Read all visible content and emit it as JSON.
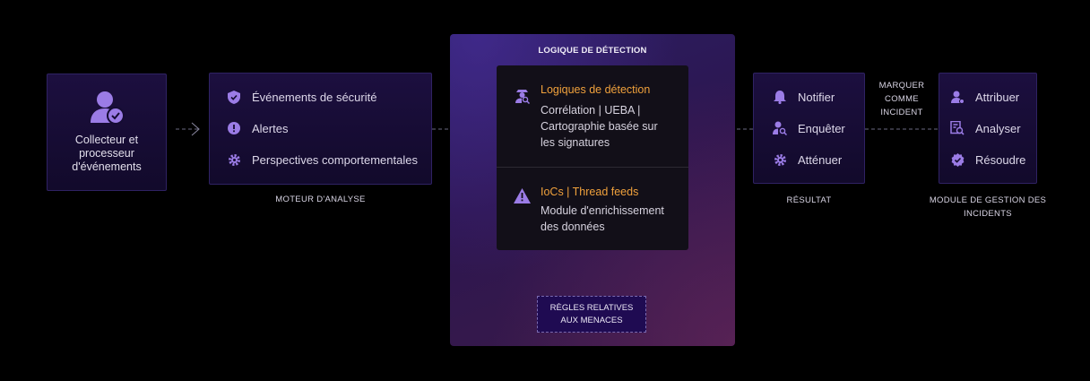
{
  "collector": {
    "label_lines": [
      "Collecteur et",
      "processeur",
      "d'événements"
    ]
  },
  "analysis": {
    "items": [
      {
        "icon": "shield-icon",
        "label": "Événements de sécurité"
      },
      {
        "icon": "alert-icon",
        "label": "Alertes"
      },
      {
        "icon": "gear-icon",
        "label": "Perspectives comportementales"
      }
    ],
    "caption": "MOTEUR D'ANALYSE"
  },
  "detection": {
    "title": "LOGIQUE DE DÉTECTION",
    "block1": {
      "icon": "detective-icon",
      "heading": "Logiques de détection",
      "lines": [
        "Corrélation | UEBA |",
        "Cartographie basée sur",
        "les signatures"
      ]
    },
    "block2": {
      "icon": "warning-icon",
      "heading": "IoCs | Thread feeds",
      "lines": [
        "Module d'enrichissement",
        "des données"
      ]
    },
    "rules_lines": [
      "RÈGLES RELATIVES",
      "AUX MENACES"
    ]
  },
  "result": {
    "items": [
      {
        "icon": "bell-icon",
        "label": "Notifier"
      },
      {
        "icon": "investigate-icon",
        "label": "Enquêter"
      },
      {
        "icon": "mitigate-gear-icon",
        "label": "Atténuer"
      }
    ],
    "caption": "RÉSULTAT"
  },
  "mark_label_lines": [
    "MARQUER",
    "COMME",
    "INCIDENT"
  ],
  "incident": {
    "items": [
      {
        "icon": "assign-user-icon",
        "label": "Attribuer"
      },
      {
        "icon": "analyze-doc-icon",
        "label": "Analyser"
      },
      {
        "icon": "check-badge-icon",
        "label": "Résoudre"
      }
    ],
    "caption_lines": [
      "MODULE DE GESTION DES",
      "INCIDENTS"
    ]
  },
  "colors": {
    "accent": "#9b7ce6",
    "orange": "#f0a13c",
    "background": "#000000"
  }
}
